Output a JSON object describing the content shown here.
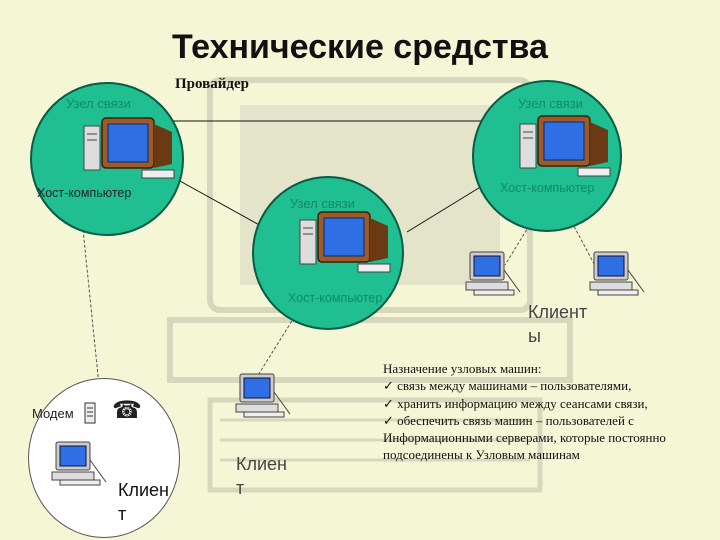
{
  "title": "Технические средства",
  "provider_label": "Провайдер",
  "nodes": [
    {
      "node_label": "Узел связи",
      "host_label": "Хост-компьютер"
    },
    {
      "node_label": "Узел связи",
      "host_label": "Хост-компьютер"
    },
    {
      "node_label": "Узел связи",
      "host_label": "Хост-компьютер"
    }
  ],
  "clients": {
    "right_group_label": "Клиент\nы",
    "center_label": "Клиен\nт",
    "modem_client_label": "Клиен\nт"
  },
  "modem_label": "Модем",
  "description": {
    "heading": "Назначение узловых машин:",
    "items": [
      "✓ связь между машинами – пользователями,",
      "✓ хранить информацию между сеансами связи,",
      "✓ обеспечить связь машин – пользователей с Информационными серверами, которые постоянно подсоединены к Узловым машинам"
    ]
  }
}
